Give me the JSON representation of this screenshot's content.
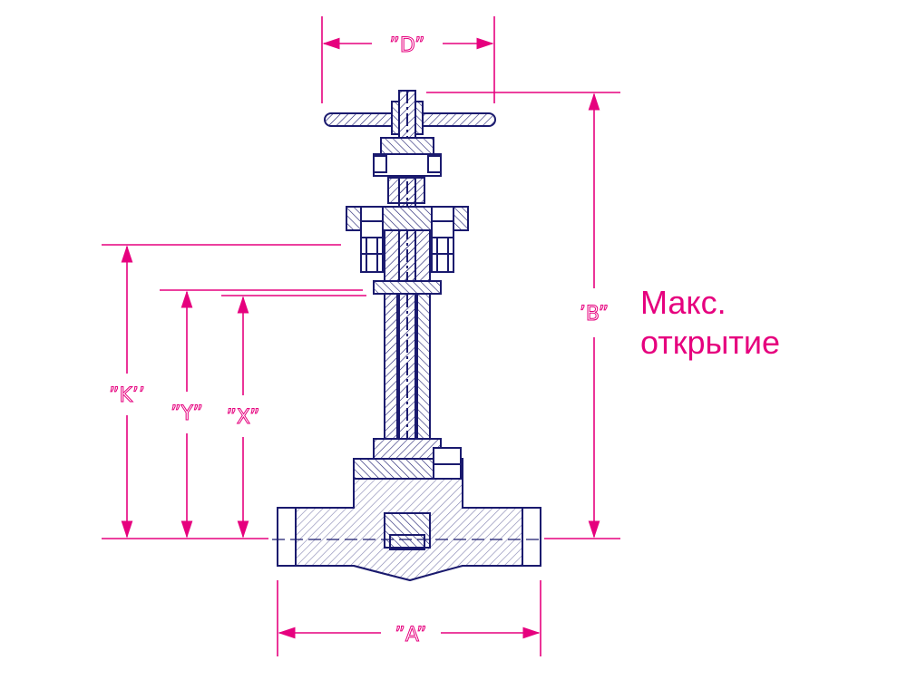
{
  "colors": {
    "dimension": "#e6007e",
    "drawing": "#1a1a6e",
    "background": "#ffffff"
  },
  "dimensions": {
    "D": "”D”",
    "B": "’B”",
    "K": "”K’’",
    "Y": "”Y”",
    "X": "”X”",
    "A": "”A”"
  },
  "note": {
    "line1": "Макс.",
    "line2": "открытие"
  }
}
